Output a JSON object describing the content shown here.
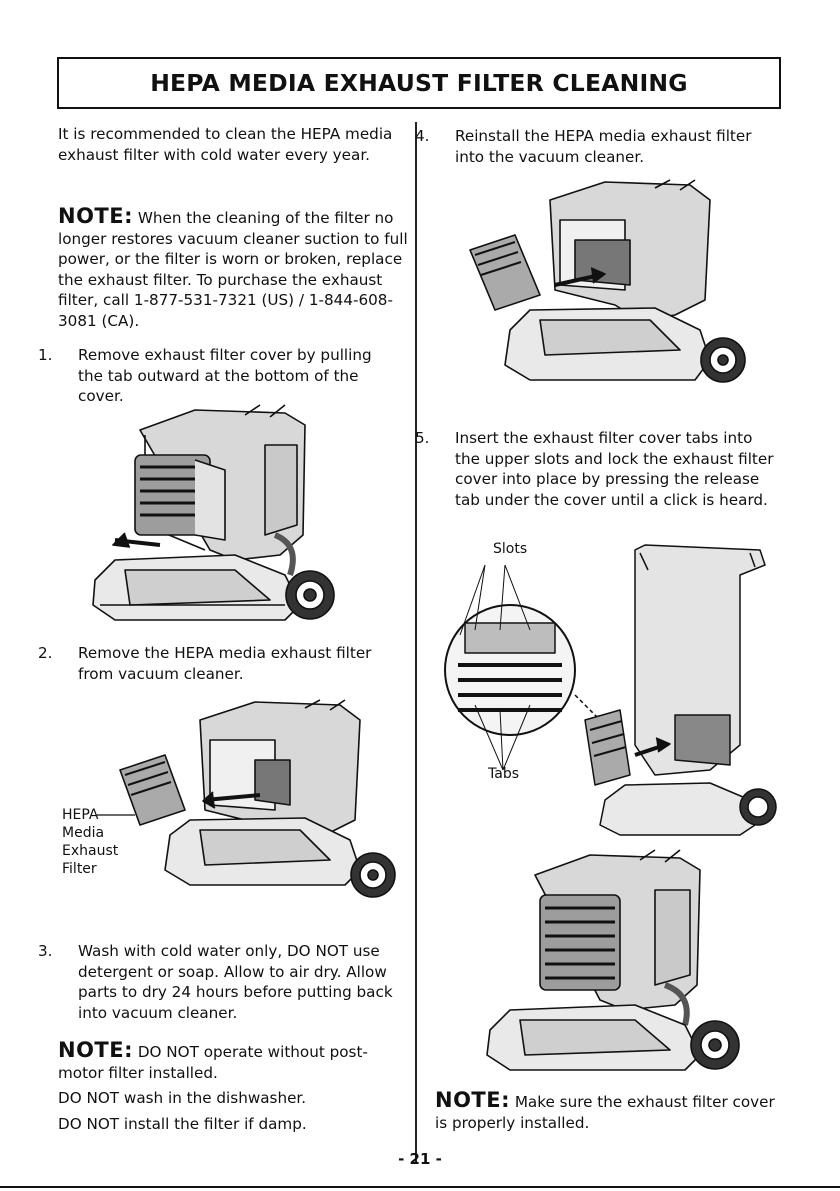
{
  "title": "HEPA MEDIA EXHAUST FILTER CLEANING",
  "intro": "It is recommended to clean the HEPA media exhaust filter with cold water every year.",
  "note1": {
    "heading": "NOTE:",
    "text": "When the cleaning of the filter no longer restores vacuum cleaner suction to full power, or the filter is worn or broken, replace the exhaust filter. To purchase the exhaust filter, call 1-877-531-7321 (US) / 1-844-608-3081 (CA)."
  },
  "steps": [
    {
      "num": "1.",
      "text": "Remove exhaust filter cover by pulling the tab outward at the bottom of the cover."
    },
    {
      "num": "2.",
      "text": "Remove the HEPA media exhaust filter from vacuum cleaner."
    },
    {
      "num": "3.",
      "text": "Wash with cold water only, DO NOT use detergent or soap. Allow to air dry. Allow parts to dry 24 hours before putting back into vacuum cleaner."
    },
    {
      "num": "4.",
      "text": "Reinstall the HEPA media exhaust filter into the vacuum cleaner."
    },
    {
      "num": "5.",
      "text": "Insert the exhaust filter cover tabs into the upper slots and lock the exhaust filter cover into place by pressing the release tab under the cover until a click is heard."
    }
  ],
  "note2": {
    "heading": "NOTE:",
    "text": "DO NOT operate without post-motor filter installed.",
    "line2": "DO NOT wash in the dishwasher.",
    "line3": "DO NOT install the filter if damp."
  },
  "note3": {
    "heading": "NOTE:",
    "text": "Make sure the exhaust filter cover is properly installed."
  },
  "figure_labels": {
    "hepa_filter": [
      "HEPA",
      "Media",
      "Exhaust",
      "Filter"
    ],
    "slots": "Slots",
    "tabs": "Tabs"
  },
  "page_number": "- 21 -"
}
